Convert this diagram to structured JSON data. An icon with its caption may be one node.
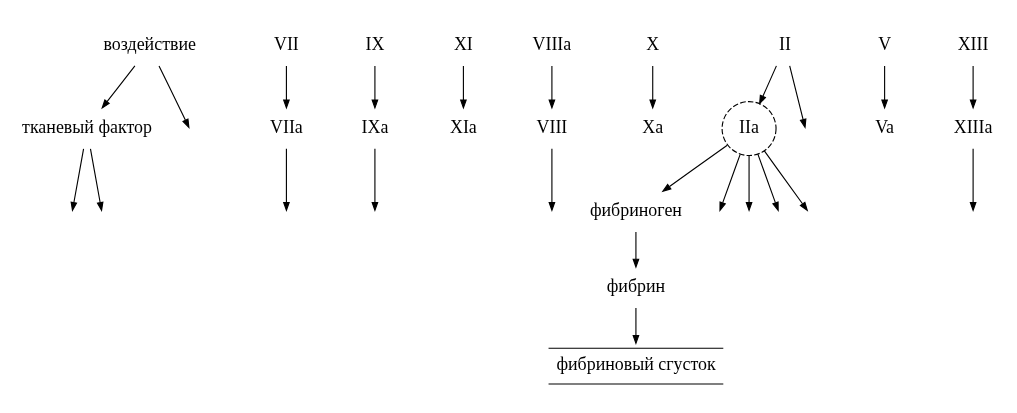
{
  "diagram": {
    "nodes": [
      {
        "text": [
          "воздействие"
        ]
      },
      {
        "text": [
          "тканевый фактор"
        ]
      },
      {
        "text": [
          "VII"
        ]
      },
      {
        "text": [
          "VIIa"
        ]
      },
      {
        "text": [
          "IX"
        ]
      },
      {
        "text": [
          "IXa"
        ]
      },
      {
        "text": [
          "XI"
        ]
      },
      {
        "text": [
          "XIa"
        ]
      },
      {
        "text": [
          "VIII"
        ]
      },
      {
        "text": [
          "VIIIa"
        ]
      },
      {
        "text": [
          "X"
        ]
      },
      {
        "text": [
          "Xa"
        ]
      },
      {
        "text": [
          "IIa"
        ]
      },
      {
        "text": [
          "II"
        ]
      },
      {
        "text": [
          "V"
        ]
      },
      {
        "text": [
          "Va"
        ]
      },
      {
        "text": [
          "XIII"
        ]
      },
      {
        "text": [
          "XIIIa"
        ]
      },
      {
        "text": [
          "фибриноген"
        ]
      },
      {
        "text": [
          "фибрин"
        ]
      },
      {
        "text": [
          "фибриновый сгусток"
        ]
      }
    ],
    "edges": [
      {
        "from": 0,
        "to": 1,
        "arrow": "to"
      },
      {
        "from": 0,
        "to": null,
        "arrow": "to"
      },
      {
        "from": 1,
        "to": null,
        "arrow": "to"
      },
      {
        "from": 2,
        "to": 3,
        "arrow": "to"
      },
      {
        "from": 4,
        "to": 5,
        "arrow": "to"
      },
      {
        "from": 6,
        "to": 7,
        "arrow": "to"
      },
      {
        "from": 12,
        "to": null,
        "arrow": "to"
      },
      {
        "from": 12,
        "to": 18,
        "arrow": "to"
      },
      {
        "from": 18,
        "to": 19,
        "arrow": "to"
      },
      {
        "from": 19,
        "to": 20,
        "arrow": "to"
      },
      {
        "from": 17,
        "to": null,
        "arrow": "to"
      },
      {
        "from": 12,
        "to": null,
        "arrow": "to"
      },
      {
        "from": 9,
        "to": 8,
        "arrow": "to"
      },
      {
        "from": 13,
        "to": 12,
        "arrow": "to"
      },
      {
        "from": 13,
        "to": null,
        "arrow": "to"
      },
      {
        "from": 12,
        "to": null,
        "arrow": "to"
      },
      {
        "from": 14,
        "to": 15,
        "arrow": "to"
      },
      {
        "from": 12,
        "to": null,
        "arrow": "to"
      },
      {
        "from": 16,
        "to": 17,
        "arrow": "to"
      },
      {
        "from": 1,
        "to": null,
        "arrow": "to"
      },
      {
        "from": 3,
        "to": null,
        "arrow": "to"
      },
      {
        "from": 5,
        "to": null,
        "arrow": "to"
      },
      {
        "from": 8,
        "to": null,
        "arrow": "to"
      },
      {
        "from": 10,
        "to": 11,
        "arrow": "to"
      }
    ]
  }
}
